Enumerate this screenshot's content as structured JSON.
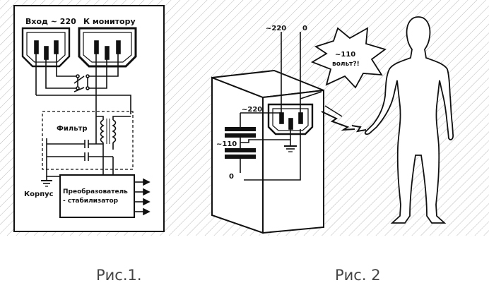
{
  "fig1": {
    "input_label": "Вход ~ 220",
    "monitor_label": "К монитору",
    "filter_label": "Фильтр",
    "case_label": "Корпус",
    "converter_line1": "Преобразователь",
    "converter_line2": "- стабилизатор",
    "caption": "Рис.1."
  },
  "fig2": {
    "phase_label": "~220",
    "neutral_label": "0",
    "cap_top_label": "~220",
    "mid_label": "~110",
    "bottom_label": "0",
    "shout_line1": "~110",
    "shout_line2": "вольт?!",
    "caption": "Рис. 2"
  },
  "colors": {
    "ink": "#111111",
    "hatch": "#bbbbbb",
    "caption": "#444444"
  }
}
